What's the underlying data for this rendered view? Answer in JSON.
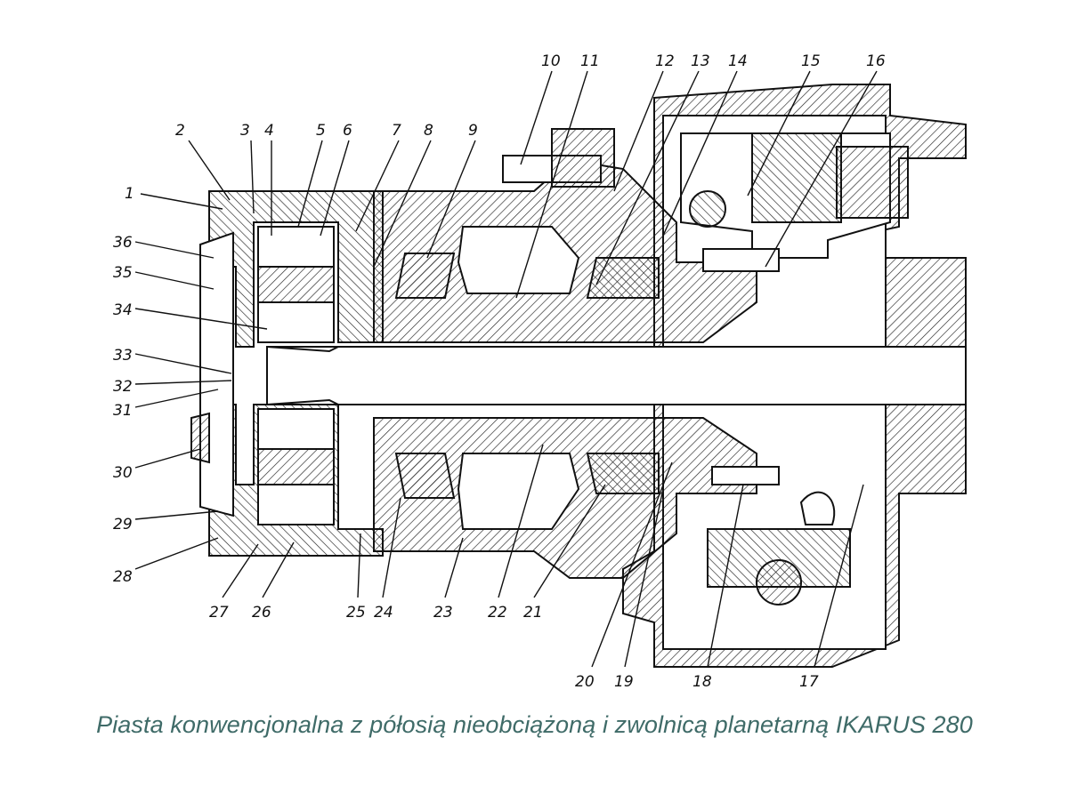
{
  "caption": "Piasta konwencjonalna z półosią nieobciążoną i zwolnicą planetarną IKARUS 280",
  "caption_color": "#3f6b68",
  "labels": [
    "1",
    "2",
    "3",
    "4",
    "5",
    "6",
    "7",
    "8",
    "9",
    "10",
    "11",
    "12",
    "13",
    "14",
    "15",
    "16",
    "17",
    "18",
    "19",
    "20",
    "21",
    "22",
    "23",
    "24",
    "25",
    "26",
    "27",
    "28",
    "29",
    "30",
    "31",
    "32",
    "33",
    "34",
    "35",
    "36"
  ]
}
